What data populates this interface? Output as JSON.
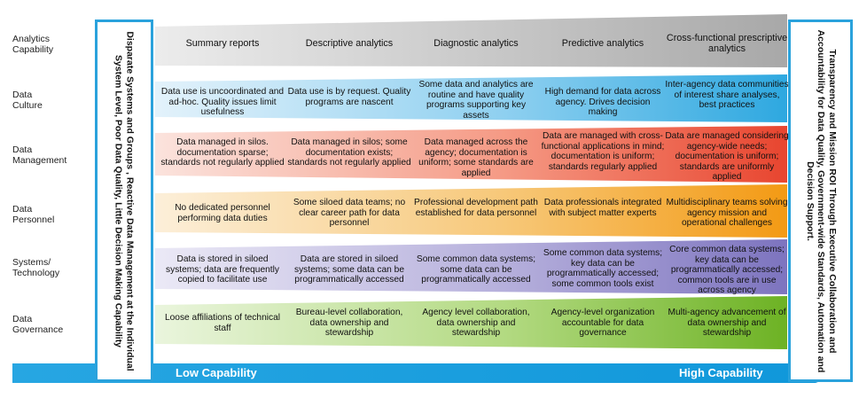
{
  "row_labels": {
    "capability": "Analytics\nCapability",
    "culture": "Data\nCulture",
    "management": "Data\nManagement",
    "personnel": "Data\nPersonnel",
    "systems": "Systems/\nTechnology",
    "governance": "Data\nGovernance"
  },
  "left_box": "Disparate Systems and Groups , Reactive Data Management at the Individual System Level, Poor Data Quality, Little Decision Making Capability",
  "right_box": "Transparency and Mission ROI Through Executive Collaboration and Accountability for Data Quality, Government-wide Standards, Automation and Decision Support.",
  "columns": [
    "Summary reports",
    "Descriptive analytics",
    "Diagnostic analytics",
    "Predictive analytics",
    "Cross-functional prescriptive analytics"
  ],
  "culture": [
    "Data use is uncoordinated and ad-hoc. Quality issues limit usefulness",
    "Data use is by request. Quality programs are nascent",
    "Some data and analytics are routine and have quality programs supporting key assets",
    "High demand for data across agency. Drives decision making",
    "Inter-agency data communities of interest share analyses, best practices"
  ],
  "management": [
    "Data managed in silos. documentation sparse; standards not regularly applied",
    "Data managed in silos; some documentation exists; standards not regularly applied",
    "Data managed across the agency; documentation is uniform; some standards are applied",
    "Data are managed with cross-functional applications in mind; documentation is uniform; standards regularly applied",
    "Data are managed considering agency-wide needs; documentation is uniform; standards are uniformly applied"
  ],
  "personnel": [
    "No dedicated personnel performing data duties",
    "Some siloed data teams; no clear career path for data personnel",
    "Professional development path established for data personnel",
    "Data professionals integrated with subject matter experts",
    "Multidisciplinary teams solving agency mission and operational challenges"
  ],
  "systems": [
    "Data is stored in siloed systems; data are frequently copied to facilitate use",
    "Data are stored in siloed systems; some data can be programmatically accessed",
    "Some common data systems; some data can be programmatically accessed",
    "Some common data systems; key data can be programmatically accessed; some common tools exist",
    "Core common data systems; key data can be programmatically accessed; common tools are in use across agency"
  ],
  "governance": [
    "Loose affiliations of technical staff",
    "Bureau-level collaboration, data ownership and stewardship",
    "Agency level collaboration, data ownership and stewardship",
    "Agency-level organization accountable for data governance",
    "Multi-agency advancement of data ownership and stewardship"
  ],
  "scale": {
    "low": "Low Capability",
    "high": "High Capability"
  },
  "colors": {
    "frame": "#2aa2dc",
    "header_band": "#b9b9b9",
    "culture_band": "#3aaee0",
    "management_band": "#ec5a45",
    "personnel_band": "#f3a21f",
    "systems_band": "#8b82c6",
    "governance_band": "#7dbb35",
    "bottom_arrow": "#1aa0e0"
  }
}
